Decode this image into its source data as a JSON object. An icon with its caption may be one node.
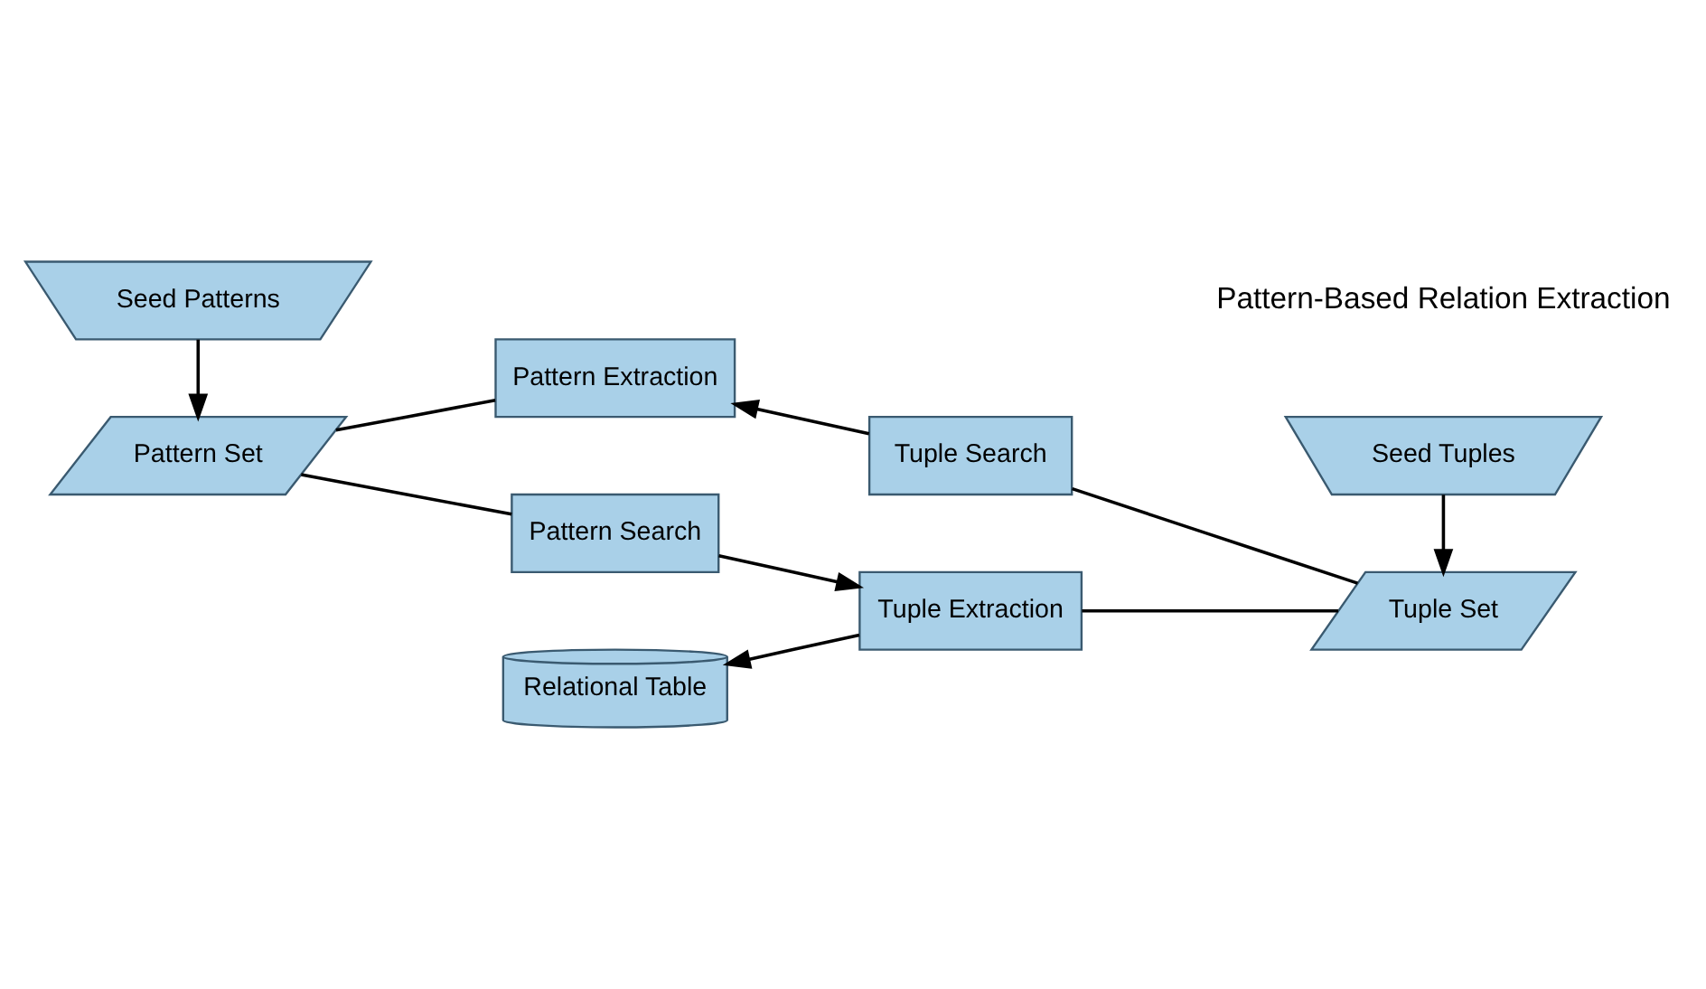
{
  "diagram": {
    "nodes": [
      {
        "text": [
          "Seed Patterns"
        ]
      },
      {
        "text": [
          "Tuple Search"
        ]
      },
      {
        "text": [
          "Pattern Extraction"
        ]
      },
      {
        "text": [
          "Tuple Set"
        ]
      },
      {
        "text": [
          "Pattern Set"
        ]
      },
      {
        "text": [
          "Tuple Extraction"
        ]
      },
      {
        "text": [
          "Pattern Search"
        ]
      },
      {
        "text": [
          "Seed Tuples"
        ]
      },
      {
        "text": [
          "Relational Table"
        ]
      }
    ],
    "edges": [
      {
        "from": 3,
        "to": 1,
        "arrow": "none"
      },
      {
        "from": 1,
        "to": 2,
        "arrow": "to"
      },
      {
        "from": 2,
        "to": 4,
        "arrow": "none"
      },
      {
        "from": 0,
        "to": 4,
        "arrow": "to"
      },
      {
        "from": 4,
        "to": 6,
        "arrow": "none"
      },
      {
        "from": 6,
        "to": 5,
        "arrow": "to"
      },
      {
        "from": 5,
        "to": 3,
        "arrow": "none"
      },
      {
        "from": 7,
        "to": 3,
        "arrow": "to"
      },
      {
        "from": 5,
        "to": 8,
        "arrow": "to"
      }
    ],
    "labels": [
      "Pattern-Based Relation Extraction"
    ]
  }
}
